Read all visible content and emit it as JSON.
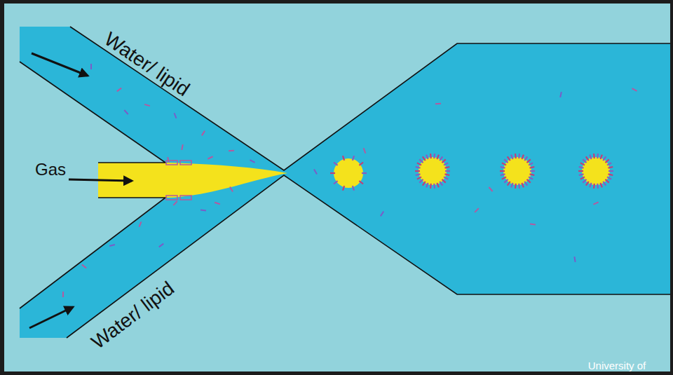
{
  "diagram": {
    "labels": [
      "Water/ lipid",
      "Gas",
      "Water/ lipid",
      "University of"
    ]
  }
}
